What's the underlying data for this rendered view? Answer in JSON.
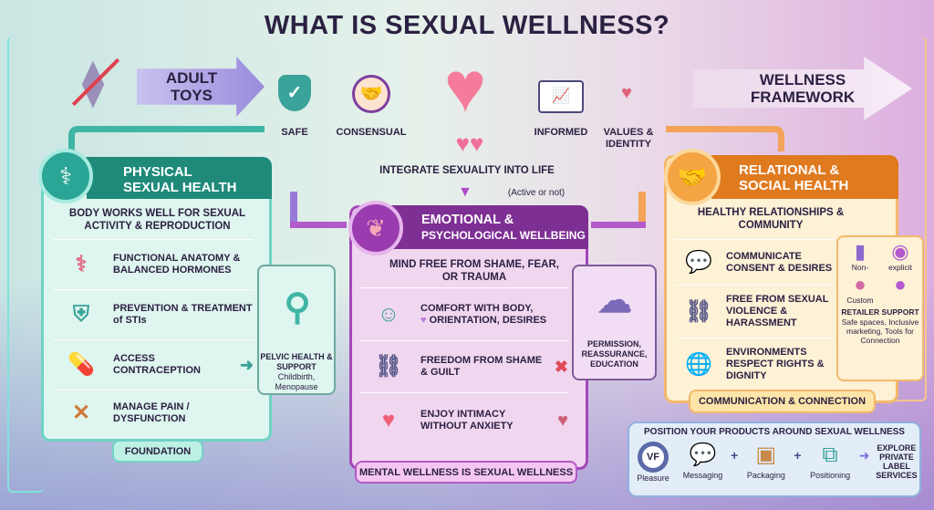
{
  "title": "WHAT IS SEXUAL WELLNESS?",
  "colors": {
    "teal": "#1f8a7a",
    "purple": "#7e2f94",
    "orange": "#e07a1f",
    "title": "#2b2142"
  },
  "top": {
    "left_arrow": "ADULT TOYS",
    "right_arrow": "WELLNESS FRAMEWORK",
    "pillars": [
      {
        "label": "SAFE",
        "icon": "shield-check-icon"
      },
      {
        "label": "CONSENSUAL",
        "icon": "handshake-icon"
      },
      {
        "label": "INFORMED",
        "icon": "book-chart-icon"
      },
      {
        "label": "VALUES & IDENTITY",
        "icon": "people-heart-icon"
      }
    ],
    "center": "INTEGRATE SEXUALITY INTO LIFE",
    "center_note": "(Active or not)"
  },
  "physical": {
    "title1": "PHYSICAL",
    "title2": "SEXUAL HEALTH",
    "subtitle": "BODY WORKS WELL FOR SEXUAL ACTIVITY & REPRODUCTION",
    "items": [
      "FUNCTIONAL ANATOMY & BALANCED HORMONES",
      "PREVENTION & TREATMENT of STIs",
      "ACCESS CONTRACEPTION",
      "MANAGE PAIN / DYSFUNCTION"
    ],
    "badge": "FOUNDATION",
    "side_title": "PELVIC HEALTH & SUPPORT",
    "side_note": "Childbirth, Menopause"
  },
  "emotional": {
    "title1": "EMOTIONAL &",
    "title2": "PSYCHOLOGICAL WELLBEING",
    "subtitle": "MIND FREE FROM SHAME, FEAR, OR TRAUMA",
    "items": [
      "COMFORT WITH BODY,",
      "ORIENTATION, DESIRES",
      "FREEDOM FROM SHAME & GUILT",
      "ENJOY INTIMACY WITHOUT ANXIETY"
    ],
    "badge": "MENTAL WELLNESS IS SEXUAL WELLNESS",
    "side": "PERMISSION, REASSURANCE, EDUCATION"
  },
  "relational": {
    "title1": "RELATIONAL &",
    "title2": "SOCIAL HEALTH",
    "subtitle": "HEALTHY RELATIONSHIPS & COMMUNITY",
    "items": [
      "COMMUNICATE CONSENT & DESIRES",
      "FREE FROM SEXUAL VIOLENCE & HARASSMENT",
      "ENVIRONMENTS RESPECT RIGHTS & DIGNITY"
    ],
    "badge": "COMMUNICATION & CONNECTION",
    "side_labels": [
      "Non-",
      "explicit",
      "Custom"
    ],
    "side_title": "RETAILER SUPPORT",
    "side_note": "Safe spaces, Inclusive marketing, Tools for Connection"
  },
  "position": {
    "title": "POSITION YOUR PRODUCTS AROUND SEXUAL WELLNESS",
    "logo": "VF",
    "steps": [
      "Pleasure",
      "Messaging",
      "Packaging",
      "Positioning"
    ],
    "cta": "EXPLORE PRIVATE LABEL SERVICES"
  }
}
